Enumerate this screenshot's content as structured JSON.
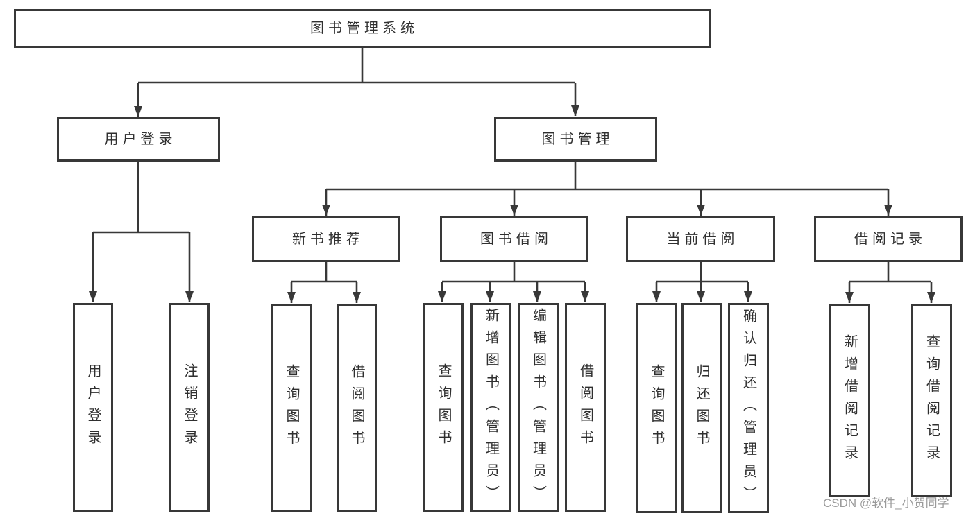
{
  "diagram": {
    "title": "图书管理系统",
    "root": "图书管理系统",
    "level2": {
      "user_login": "用户登录",
      "book_management": "图书管理"
    },
    "level3": {
      "new_book_recommend": "新书推荐",
      "book_borrow": "图书借阅",
      "current_borrow": "当前借阅",
      "borrow_record": "借阅记录"
    },
    "leaves": {
      "user_login": "用户登录",
      "logout": "注销登录",
      "query_book_recommend": "查询图书",
      "borrow_book_recommend": "借阅图书",
      "query_book_borrow": "查询图书",
      "add_book_admin": "新增图书（管理员）",
      "edit_book_admin": "编辑图书（管理员）",
      "borrow_book": "借阅图书",
      "query_book_current": "查询图书",
      "return_book": "归还图书",
      "confirm_return_admin": "确认归还（管理员）",
      "add_borrow_record": "新增借阅记录",
      "query_borrow_record": "查询借阅记录"
    }
  },
  "watermark": "CSDN @软件_小贺同学",
  "colors": {
    "line": "#383838",
    "text": "#2f2f2f",
    "watermark": "#9b9b9b",
    "background": "#ffffff"
  }
}
